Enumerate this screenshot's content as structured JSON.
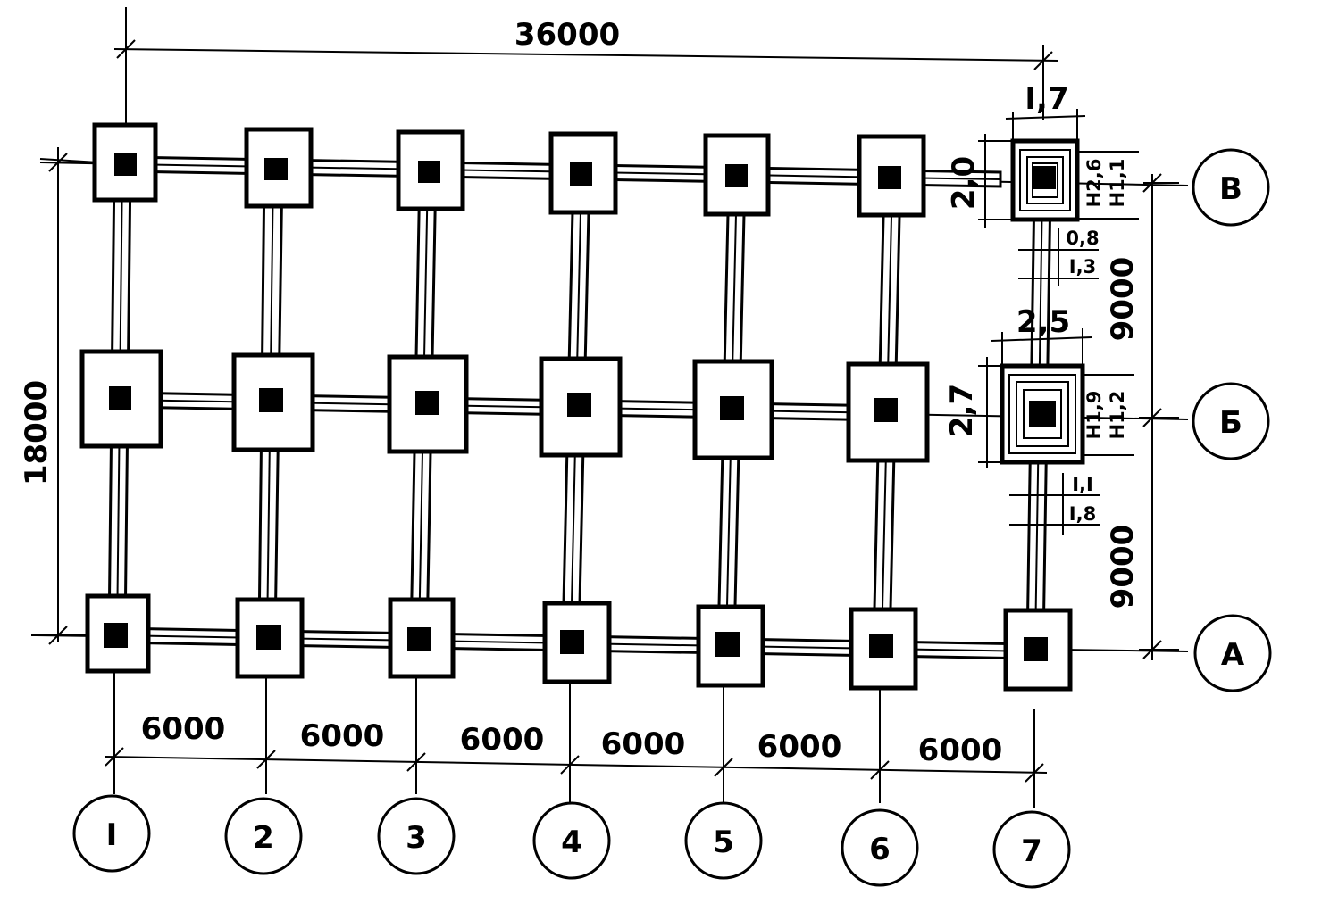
{
  "plan": {
    "overall_length": "36000",
    "overall_width": "18000",
    "bay_spacing": [
      "6000",
      "6000",
      "6000",
      "6000",
      "6000",
      "6000"
    ],
    "row_spacing": [
      "9000",
      "9000"
    ],
    "column_axes": [
      "I",
      "2",
      "3",
      "4",
      "5",
      "6",
      "7"
    ],
    "row_axes": [
      "В",
      "Б",
      "А"
    ],
    "edge_footing": {
      "width": "I,7",
      "depth": "2,0",
      "step_dims": [
        "0,8",
        "I,3"
      ],
      "levels": [
        "Н2,6",
        "Н1,1"
      ]
    },
    "middle_footing": {
      "width": "2,5",
      "depth": "2,7",
      "step_dims": [
        "I,I",
        "I,8"
      ],
      "levels": [
        "Н1,9",
        "Н1,2"
      ]
    }
  }
}
